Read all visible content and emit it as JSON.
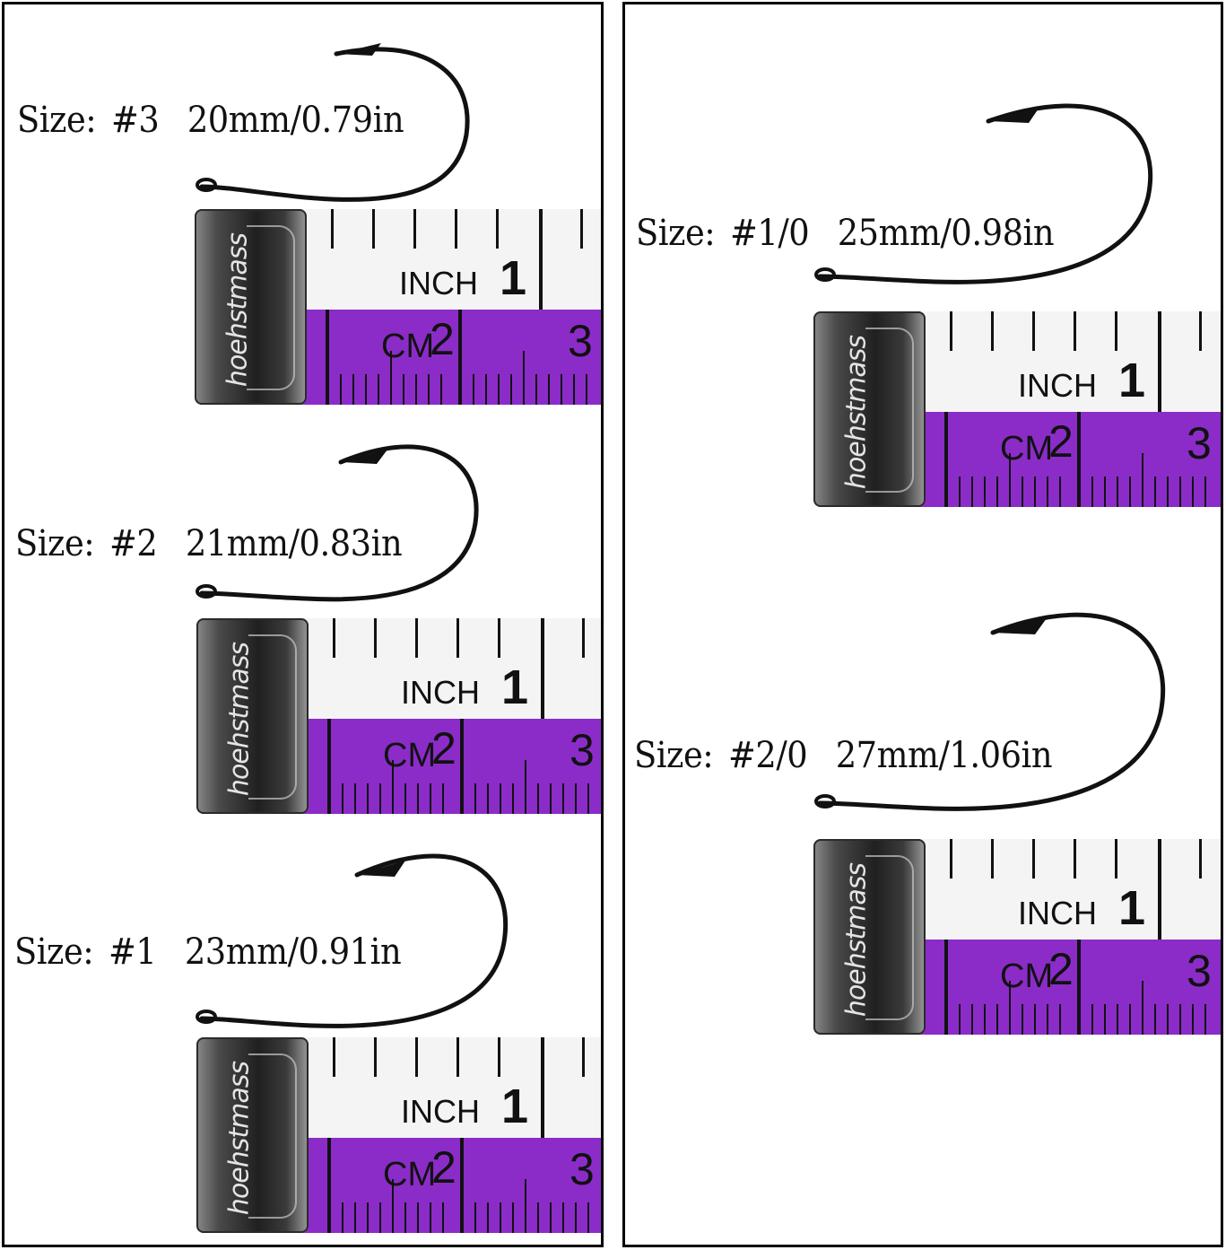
{
  "left_panel": {
    "items": [
      {
        "prefix": "Size:",
        "code": "#3",
        "measure": "20mm/0.79in",
        "tape": {
          "brand": "hoehstmass",
          "inch_label": "INCH",
          "inch_num": "1",
          "cm_label": "CM",
          "cm_num_a": "2",
          "cm_num_b": "3"
        }
      },
      {
        "prefix": "Size:",
        "code": "#2",
        "measure": "21mm/0.83in",
        "tape": {
          "brand": "hoehstmass",
          "inch_label": "INCH",
          "inch_num": "1",
          "cm_label": "CM",
          "cm_num_a": "2",
          "cm_num_b": "3"
        }
      },
      {
        "prefix": "Size:",
        "code": "#1",
        "measure": "23mm/0.91in",
        "tape": {
          "brand": "hoehstmass",
          "inch_label": "INCH",
          "inch_num": "1",
          "cm_label": "CM",
          "cm_num_a": "2",
          "cm_num_b": "3"
        }
      }
    ]
  },
  "right_panel": {
    "items": [
      {
        "prefix": "Size:",
        "code": "#1/0",
        "measure": "25mm/0.98in",
        "tape": {
          "brand": "hoehstmass",
          "inch_label": "INCH",
          "inch_num": "1",
          "cm_label": "CM",
          "cm_num_a": "2",
          "cm_num_b": "3"
        }
      },
      {
        "prefix": "Size:",
        "code": "#2/0",
        "measure": "27mm/1.06in",
        "tape": {
          "brand": "hoehstmass",
          "inch_label": "INCH",
          "inch_num": "1",
          "cm_label": "CM",
          "cm_num_a": "2",
          "cm_num_b": "3"
        }
      }
    ]
  },
  "colors": {
    "tape_cm": "#8b2cc8",
    "tape_inch": "#f4f4f4",
    "hook": "#111111"
  },
  "icons": {
    "hook": "fishing-hook-icon",
    "tape": "measuring-tape-icon"
  }
}
